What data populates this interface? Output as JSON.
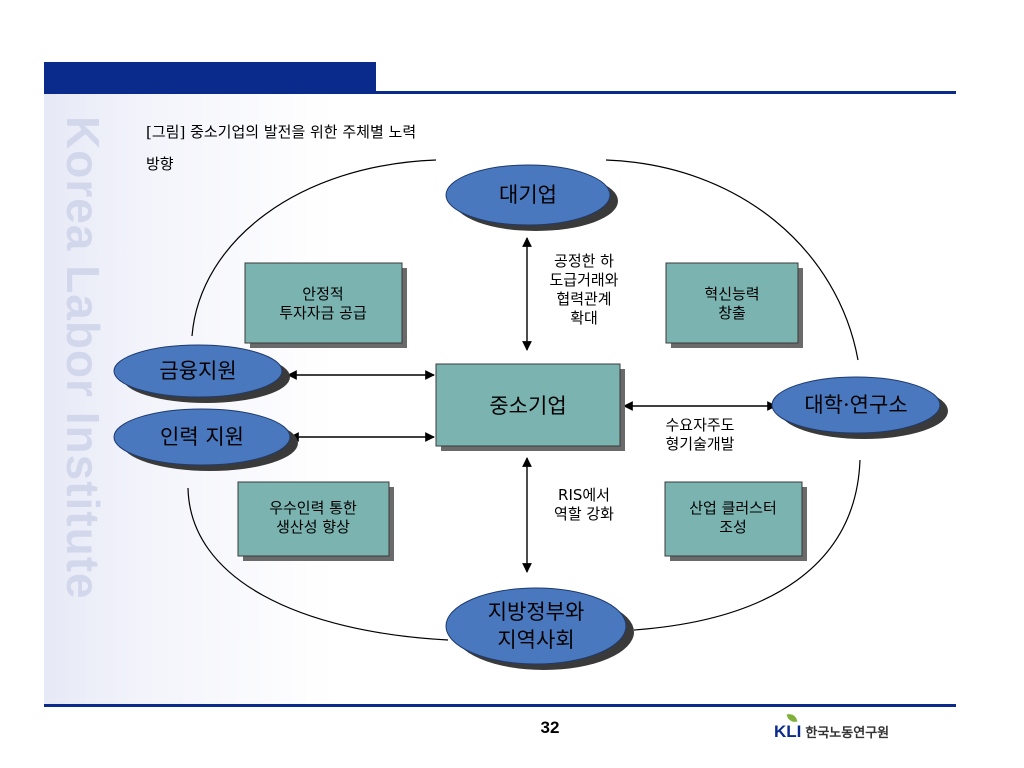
{
  "watermark": "Korea Labor Institute",
  "caption": {
    "line1": "[그림] 중소기업의 발전을 위한 주체별 노력",
    "line2": "방향"
  },
  "diagram": {
    "center": "중소기업",
    "nodes": {
      "top": "대기업",
      "left_upper": "금융지원",
      "left_lower": "인력 지원",
      "right": "대학·연구소",
      "bottom_line1": "지방정부와",
      "bottom_line2": "지역사회"
    },
    "boxes": {
      "top_left": [
        "안정적",
        "투자자금 공급"
      ],
      "top_right": [
        "혁신능력",
        "창출"
      ],
      "bottom_left": [
        "우수인력 통한",
        "생산성 향상"
      ],
      "bottom_right": [
        "산업 클러스터",
        "조성"
      ]
    },
    "arrow_labels": {
      "top": [
        "공정한 하",
        "도급거래와",
        "협력관계",
        "확대"
      ],
      "right": [
        "수요자주도",
        "형기술개발"
      ],
      "bottom": [
        "RIS에서",
        "역할 강화"
      ]
    }
  },
  "footer": {
    "page_number": "32",
    "logo_mark": "KLI",
    "logo_text": "한국노동연구원"
  },
  "colors": {
    "navy": "#0a2a8c",
    "ellipse_fill": "#4a78be",
    "ellipse_shadow": "#3a3a3a",
    "box_fill": "#7ab3b0",
    "watermark": "#d3d7ec"
  }
}
